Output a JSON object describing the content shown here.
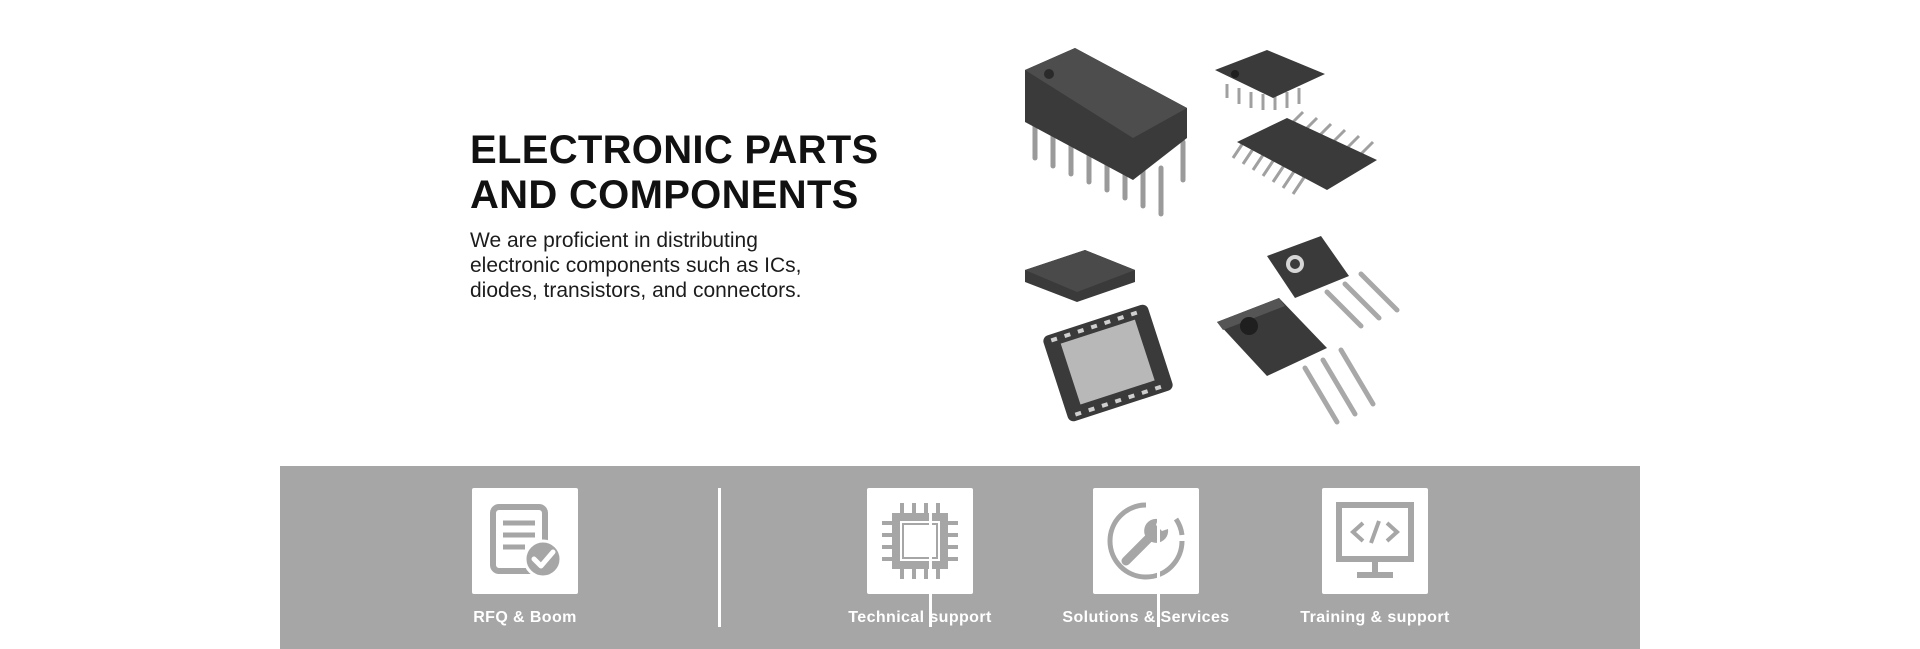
{
  "hero": {
    "title_lines": [
      "ELECTRONIC PARTS",
      "AND COMPONENTS"
    ],
    "description_lines": [
      "We are proficient in distributing",
      "electronic components such as ICs,",
      "diodes, transistors, and connectors."
    ]
  },
  "services": [
    {
      "label": "RFQ & Boom",
      "icon": "rfq-document-check-icon"
    },
    {
      "label": "Technical support",
      "icon": "chip-icon"
    },
    {
      "label": "Solutions & Services",
      "icon": "wrench-icon"
    },
    {
      "label": "Training & support",
      "icon": "code-monitor-icon"
    }
  ],
  "colors": {
    "bar_background": "#a6a6a6",
    "tile_background": "#ffffff",
    "icon_gray": "#a6a6a6",
    "heading": "#111111",
    "chip_dark": "#3a3a3a"
  }
}
